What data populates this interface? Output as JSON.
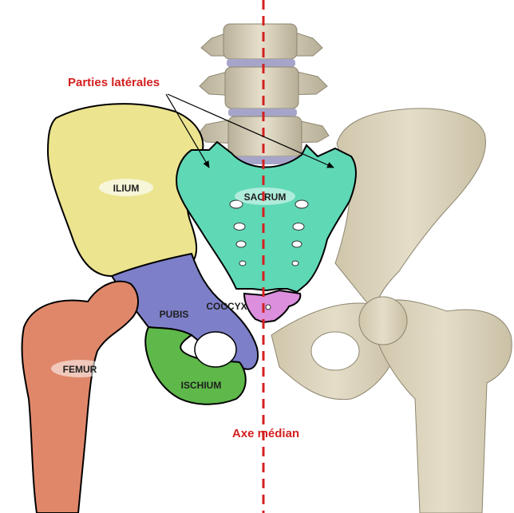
{
  "labels": {
    "lateral_parts": "Parties latérales",
    "median_axis": "Axe médian",
    "ilium": "ILIUM",
    "sacrum": "SACRUM",
    "coccyx": "COCCYX",
    "pubis": "PUBIS",
    "femur": "FEMUR",
    "ischium": "ISCHIUM"
  },
  "colors": {
    "ilium": "#ece48f",
    "sacrum": "#5fd8b6",
    "coccyx": "#dc8fdc",
    "pubis": "#7d7fc8",
    "ischium": "#5fb84a",
    "femur": "#e0876a",
    "bone": "#d8d0b8",
    "median_axis": "#d42020",
    "annotation": "#d42020"
  }
}
